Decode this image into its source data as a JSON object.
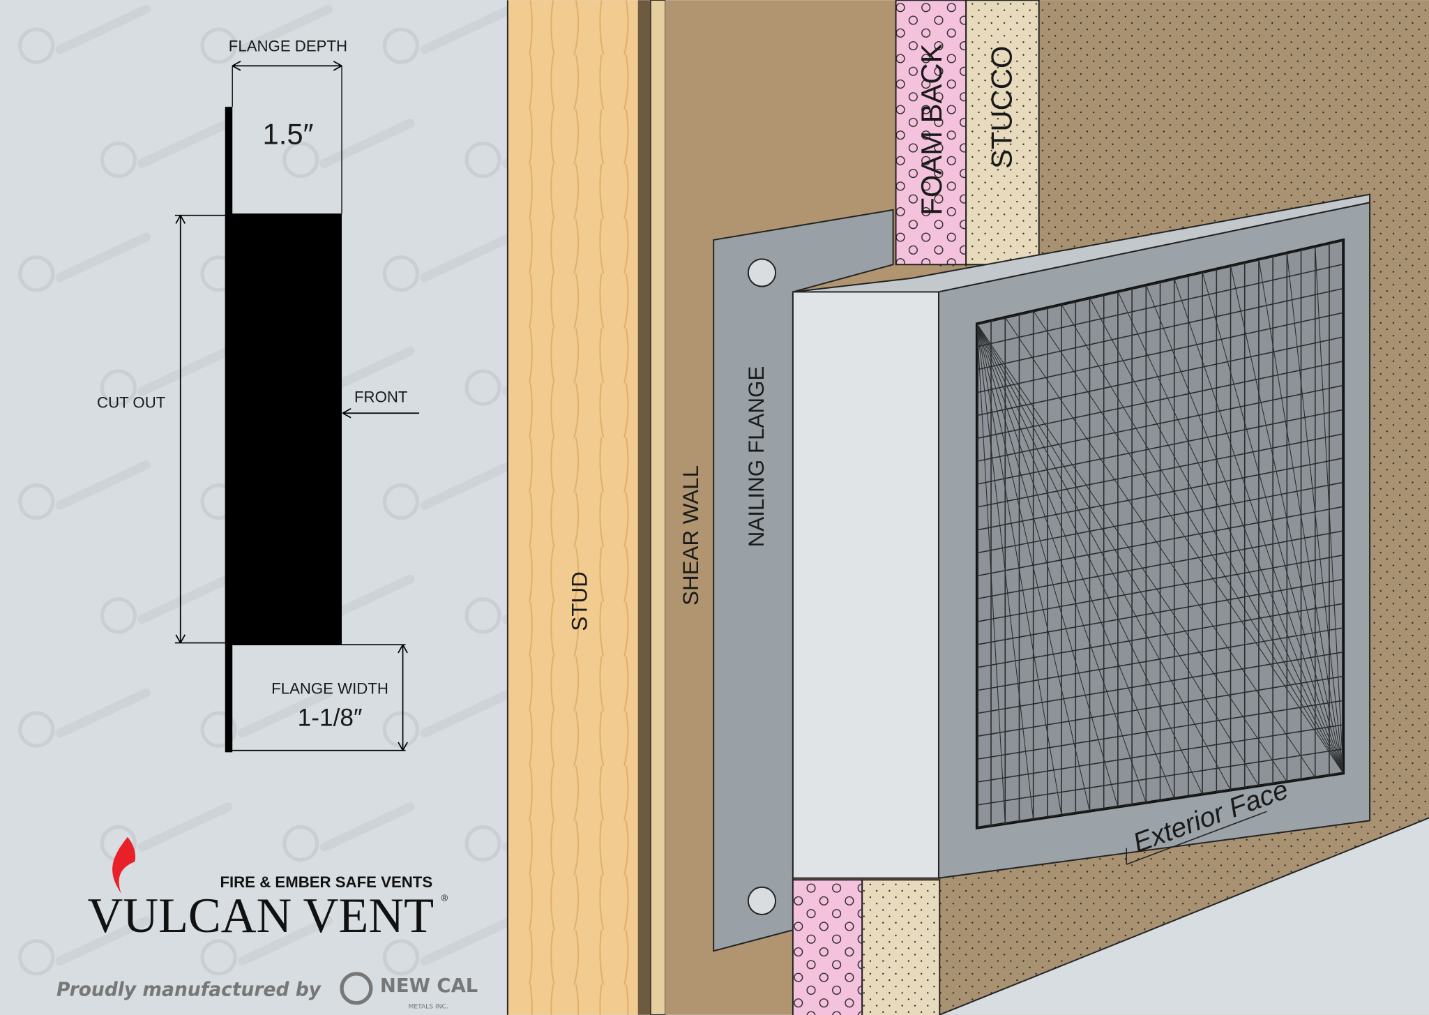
{
  "watermark": {
    "brand": "NEW CAL",
    "sub": "METALS INC."
  },
  "profile": {
    "flange_depth_label": "FLANGE DEPTH",
    "flange_depth_value": "1.5″",
    "cut_out_label": "CUT OUT",
    "front_label": "FRONT",
    "flange_width_label": "FLANGE WIDTH",
    "flange_width_value": "1-1/8″"
  },
  "section": {
    "stud_label": "STUD",
    "shear_wall_label": "SHEAR WALL",
    "nailing_flange_label": "NAILING FLANGE",
    "foam_back_label": "FOAM BACK",
    "stucco_label": "STUCCO",
    "exterior_face_label": "Exterior Face"
  },
  "logo": {
    "tagline": "FIRE & EMBER SAFE VENTS",
    "name": "VULCAN VENT",
    "registered": "®",
    "made_by": "Proudly manufactured by",
    "maker": "NEW CAL",
    "maker_sub": "METALS INC."
  },
  "colors": {
    "panel": "#d7dde0",
    "wood": "#f1cb8f",
    "shear_wall": "#b09570",
    "wall_face": "#a89272",
    "foam": "#f4c2dc",
    "stucco": "#e8dbbd",
    "vent_face": "#9ca3a8",
    "vent_side": "#e0e4e7",
    "mesh": "#55595d",
    "flame": "#e8202a"
  }
}
